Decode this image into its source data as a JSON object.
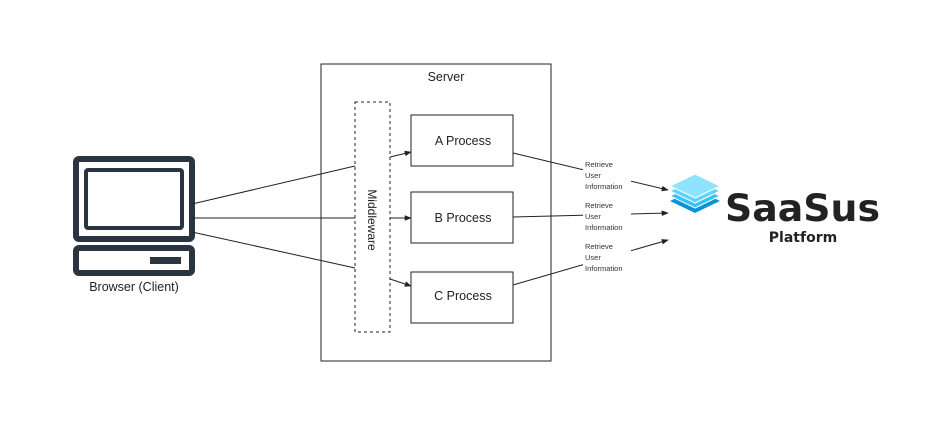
{
  "client": {
    "label": "Browser (Client)",
    "icon": "desktop-computer-icon"
  },
  "server": {
    "title": "Server",
    "middleware_label": "Middleware",
    "processes": [
      {
        "label": "A Process"
      },
      {
        "label": "B Process"
      },
      {
        "label": "C Process"
      }
    ]
  },
  "edges": {
    "retrieve_label_lines": [
      "Retrieve",
      "User",
      "Information"
    ]
  },
  "platform": {
    "logo_icon": "stacked-layers-icon",
    "name": "SaaSus",
    "subtitle": "Platform",
    "brand_color": "#1fb6f0"
  },
  "colors": {
    "stroke": "#222222",
    "text": "#222222"
  }
}
